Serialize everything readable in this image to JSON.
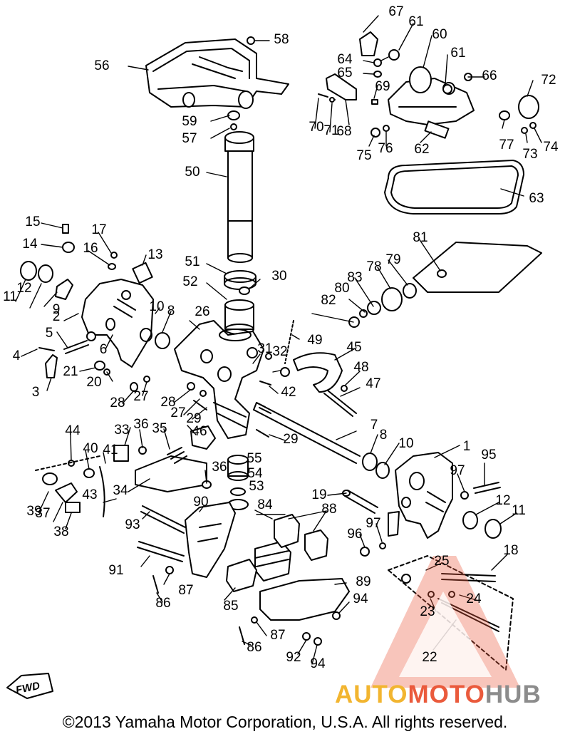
{
  "callouts": [
    "1",
    "2",
    "3",
    "4",
    "5",
    "6",
    "7",
    "8",
    "9",
    "10",
    "11",
    "12",
    "13",
    "14",
    "15",
    "16",
    "17",
    "18",
    "19",
    "20",
    "21",
    "22",
    "23",
    "24",
    "25",
    "26",
    "27",
    "28",
    "29",
    "30",
    "31",
    "32",
    "33",
    "34",
    "35",
    "36",
    "37",
    "38",
    "39",
    "40",
    "41",
    "42",
    "43",
    "44",
    "45",
    "46",
    "47",
    "48",
    "49",
    "50",
    "51",
    "52",
    "53",
    "54",
    "55",
    "56",
    "57",
    "58",
    "59",
    "60",
    "61",
    "62",
    "63",
    "64",
    "65",
    "66",
    "67",
    "68",
    "69",
    "70",
    "71",
    "72",
    "73",
    "74",
    "75",
    "76",
    "77",
    "78",
    "79",
    "80",
    "81",
    "82",
    "83",
    "84",
    "85",
    "86",
    "87",
    "88",
    "89",
    "90",
    "91",
    "92",
    "93",
    "94",
    "95",
    "96",
    "97"
  ],
  "fwd_label": "FWD",
  "watermark": {
    "part1": "AUTO",
    "part2": "MOTO",
    "part3": "HUB"
  },
  "copyright": "©2013 Yamaha Motor Corporation, U.S.A. All rights reserved.",
  "colors": {
    "ink": "#000000",
    "wm_yellow": "#f2b530",
    "wm_red": "#ea5a3c",
    "wm_gray": "#8c8c8c"
  }
}
